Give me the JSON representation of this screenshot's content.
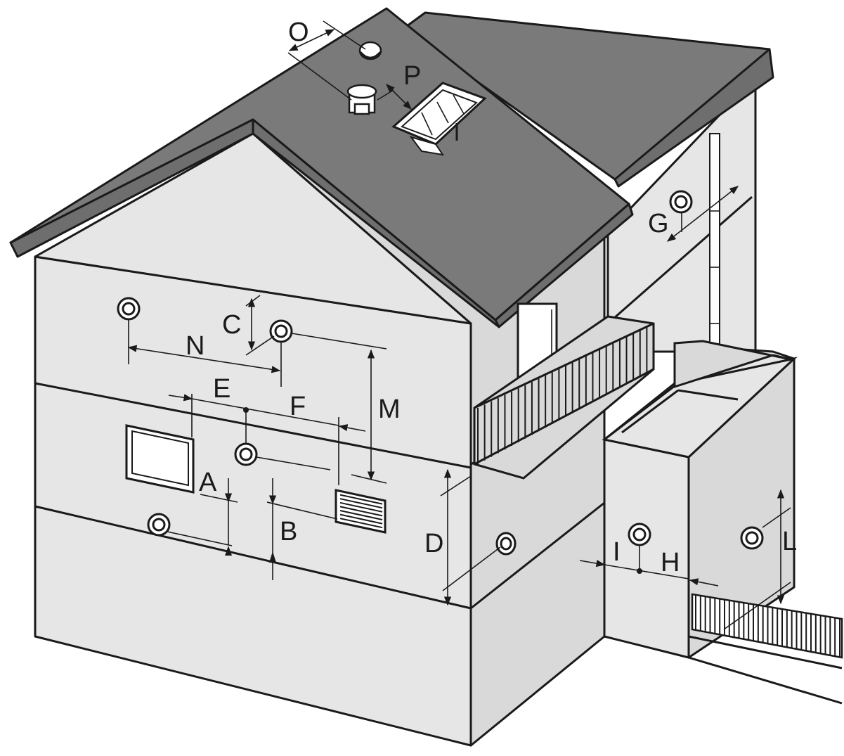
{
  "labels": {
    "A": "A",
    "B": "B",
    "C": "C",
    "D": "D",
    "E": "E",
    "F": "F",
    "G": "G",
    "H": "H",
    "I": "I",
    "L": "L",
    "M": "M",
    "N": "N",
    "O": "O",
    "P": "P"
  }
}
